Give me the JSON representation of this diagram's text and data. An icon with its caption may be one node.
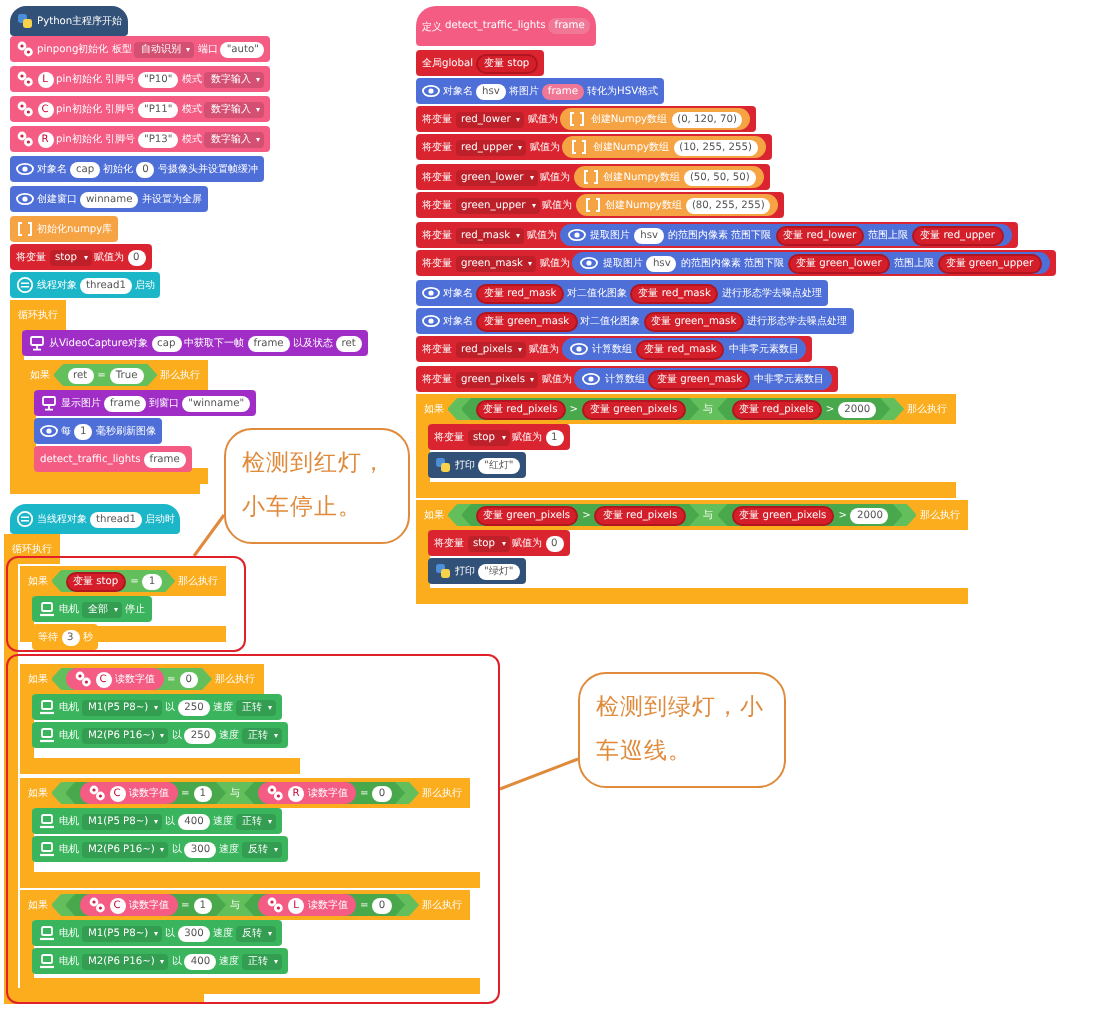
{
  "diagram": {
    "nodes": [
      {
        "text": [
          "Python主程序开始"
        ]
      },
      {
        "text": [
          "pinpong初始化 板型",
          "自动识别",
          "端口",
          "\"auto\""
        ]
      },
      {
        "text": [
          "L",
          "pin初始化 引脚号",
          "\"P10\"",
          "模式",
          "数字输入"
        ]
      },
      {
        "text": [
          "C",
          "pin初始化 引脚号",
          "\"P11\"",
          "模式",
          "数字输入"
        ]
      },
      {
        "text": [
          "R",
          "pin初始化 引脚号",
          "\"P13\"",
          "模式",
          "数字输入"
        ]
      },
      {
        "text": [
          "对象名",
          "cap",
          "初始化",
          "0",
          "号摄像头并设置帧缓冲"
        ]
      },
      {
        "text": [
          "创建窗口",
          "winname",
          "并设置为全屏"
        ]
      },
      {
        "text": [
          "初始化numpy库"
        ]
      },
      {
        "text": [
          "将变量",
          "stop",
          "赋值为",
          "0"
        ]
      },
      {
        "text": [
          "线程对象",
          "thread1",
          "启动"
        ]
      },
      {
        "text": [
          "循环执行"
        ]
      },
      {
        "text": [
          "从VideoCapture对象",
          "cap",
          "中获取下一帧",
          "frame",
          "以及状态",
          "ret"
        ],
        "in": 10
      },
      {
        "text": [
          "如果",
          "ret",
          "=",
          "True",
          "那么执行"
        ],
        "in": 10
      },
      {
        "text": [
          "显示图片",
          "frame",
          "到窗口",
          "\"winname\""
        ],
        "in": 12
      },
      {
        "text": [
          "每",
          "1",
          "毫秒刷新图像"
        ],
        "in": 12
      },
      {
        "text": [
          "detect_traffic_lights",
          "frame"
        ],
        "in": 12
      },
      {
        "text": [
          "当线程对象",
          "thread1",
          "启动时"
        ]
      },
      {
        "text": [
          "循环执行"
        ]
      },
      {
        "text": [],
        "shape": "box",
        "in": 17
      },
      {
        "text": [
          "如果",
          "变量 stop",
          "=",
          "1",
          "那么执行"
        ],
        "in": 18
      },
      {
        "text": [
          "电机",
          "全部",
          "停止"
        ],
        "in": 19
      },
      {
        "text": [
          "等待",
          "3",
          "秒"
        ],
        "in": 19
      },
      {
        "text": [],
        "shape": "box",
        "in": 17
      },
      {
        "text": [
          "如果",
          "C",
          "读数字值",
          "=",
          "0",
          "那么执行"
        ],
        "in": 22
      },
      {
        "text": [
          "电机",
          "M1(P5 P8~)",
          "以",
          "250",
          "速度",
          "正转"
        ],
        "in": 23
      },
      {
        "text": [
          "电机",
          "M2(P6 P16~)",
          "以",
          "250",
          "速度",
          "正转"
        ],
        "in": 23
      },
      {
        "text": [
          "如果",
          "C",
          "读数字值",
          "=",
          "1",
          "与",
          "R",
          "读数字值",
          "=",
          "0",
          "那么执行"
        ],
        "in": 22
      },
      {
        "text": [
          "电机",
          "M1(P5 P8~)",
          "以",
          "400",
          "速度",
          "正转"
        ],
        "in": 26
      },
      {
        "text": [
          "电机",
          "M2(P6 P16~)",
          "以",
          "300",
          "速度",
          "反转"
        ],
        "in": 26
      },
      {
        "text": [
          "如果",
          "C",
          "读数字值",
          "=",
          "1",
          "与",
          "L",
          "读数字值",
          "=",
          "0",
          "那么执行"
        ],
        "in": 22
      },
      {
        "text": [
          "电机",
          "M1(P5 P8~)",
          "以",
          "300",
          "速度",
          "反转"
        ],
        "in": 29
      },
      {
        "text": [
          "电机",
          "M2(P6 P16~)",
          "以",
          "400",
          "速度",
          "正转"
        ],
        "in": 29
      },
      {
        "text": [
          "检测到红灯，小车停止。"
        ]
      },
      {
        "text": [
          "检测到绿灯，小车巡线。"
        ]
      },
      {
        "text": [
          "定义",
          "detect_traffic_lights",
          "frame"
        ]
      },
      {
        "text": [
          "全局global",
          "变量 stop"
        ]
      },
      {
        "text": [
          "对象名",
          "hsv",
          "将图片",
          "frame",
          "转化为HSV格式"
        ]
      },
      {
        "text": [
          "将变量",
          "red_lower",
          "赋值为",
          "创建Numpy数组",
          "(0, 120, 70)"
        ]
      },
      {
        "text": [
          "将变量",
          "red_upper",
          "赋值为",
          "创建Numpy数组",
          "(10, 255, 255)"
        ]
      },
      {
        "text": [
          "将变量",
          "green_lower",
          "赋值为",
          "创建Numpy数组",
          "(50, 50, 50)"
        ]
      },
      {
        "text": [
          "将变量",
          "green_upper",
          "赋值为",
          "创建Numpy数组",
          "(80, 255, 255)"
        ]
      },
      {
        "text": [
          "将变量",
          "red_mask",
          "赋值为",
          "提取图片",
          "hsv",
          "的范围内像素 范围下限",
          "变量 red_lower",
          "范围上限",
          "变量 red_upper"
        ]
      },
      {
        "text": [
          "将变量",
          "green_mask",
          "赋值为",
          "提取图片",
          "hsv",
          "的范围内像素 范围下限",
          "变量 green_lower",
          "范围上限",
          "变量 green_upper"
        ]
      },
      {
        "text": [
          "对象名",
          "变量 red_mask",
          "对二值化图象",
          "变量 red_mask",
          "进行形态学去噪点处理"
        ]
      },
      {
        "text": [
          "对象名",
          "变量 green_mask",
          "对二值化图象",
          "变量 green_mask",
          "进行形态学去噪点处理"
        ]
      },
      {
        "text": [
          "将变量",
          "red_pixels",
          "赋值为",
          "计算数组",
          "变量 red_mask",
          "中非零元素数目"
        ]
      },
      {
        "text": [
          "将变量",
          "green_pixels",
          "赋值为",
          "计算数组",
          "变量 green_mask",
          "中非零元素数目"
        ]
      },
      {
        "text": [
          "如果",
          "变量 red_pixels",
          ">",
          "变量 green_pixels",
          "与",
          "变量 red_pixels",
          ">",
          "2000",
          "那么执行"
        ]
      },
      {
        "text": [
          "将变量",
          "stop",
          "赋值为",
          "1"
        ],
        "in": 47
      },
      {
        "text": [
          "打印",
          "\"红灯\""
        ],
        "in": 47
      },
      {
        "text": [
          "如果",
          "变量 green_pixels",
          ">",
          "变量 red_pixels",
          "与",
          "变量 green_pixels",
          ">",
          "2000",
          "那么执行"
        ]
      },
      {
        "text": [
          "将变量",
          "stop",
          "赋值为",
          "0"
        ],
        "in": 50
      },
      {
        "text": [
          "打印",
          "\"绿灯\""
        ],
        "in": 50
      }
    ],
    "edges": [
      {
        "from": 32,
        "to": 18,
        "arrow": "none"
      },
      {
        "from": 33,
        "to": 22,
        "arrow": "none"
      }
    ]
  }
}
